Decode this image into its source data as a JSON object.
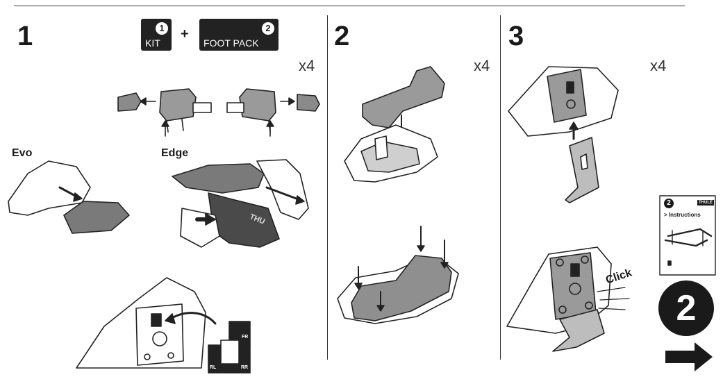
{
  "steps": [
    {
      "number": "1",
      "multiplier": "x4"
    },
    {
      "number": "2",
      "multiplier": "x4"
    },
    {
      "number": "3",
      "multiplier": "x4"
    }
  ],
  "step1": {
    "kit_label": "KIT",
    "kit_number": "1",
    "plus": "+",
    "footpack_label": "FOOT PACK",
    "footpack_number": "2",
    "evo_label": "Evo",
    "edge_label": "Edge",
    "edge_brand": "THU",
    "diagram_labels": {
      "fr": "FR",
      "rl": "RL",
      "rr": "RR"
    }
  },
  "step3": {
    "click_label": "Click"
  },
  "booklet": {
    "number": "2",
    "brand": "THULE",
    "title": "> Instructions"
  },
  "next": {
    "number": "2"
  }
}
